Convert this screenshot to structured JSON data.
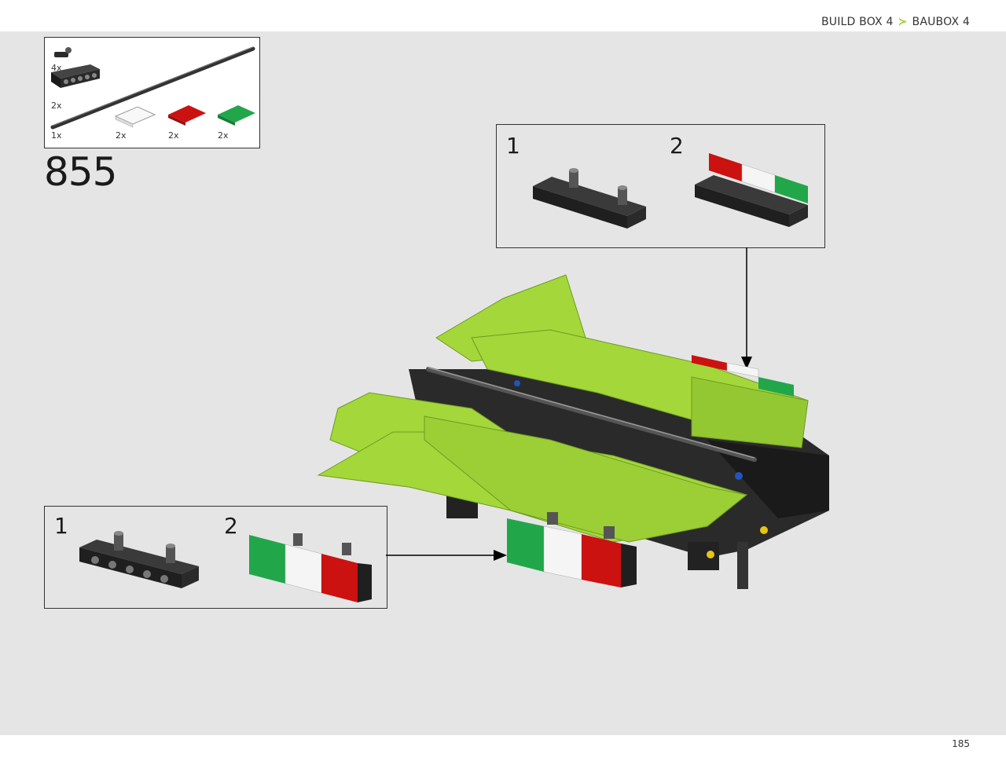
{
  "header": {
    "build_box": "BUILD BOX 4",
    "separator": "≻",
    "baubox": "BAUBOX 4"
  },
  "parts_list": {
    "items": [
      {
        "name": "pin-connector",
        "qty": "4x"
      },
      {
        "name": "technic-brick-1x6",
        "qty": "2x"
      },
      {
        "name": "axle-long",
        "qty": "1x"
      },
      {
        "name": "tile-white",
        "qty": "2x"
      },
      {
        "name": "tile-red",
        "qty": "2x"
      },
      {
        "name": "tile-green",
        "qty": "2x"
      }
    ]
  },
  "step": {
    "number": "855"
  },
  "callout_top": {
    "sub1": "1",
    "sub2": "2"
  },
  "callout_bottom": {
    "sub1": "1",
    "sub2": "2"
  },
  "colors": {
    "lime": "#a4d73a",
    "lime_dark": "#7fb02a",
    "black_part": "#2a2a2a",
    "red": "#cc1111",
    "white": "#f5f5f5",
    "green": "#22a64a",
    "accent": "#9acd32"
  },
  "footer": {
    "page": "185"
  }
}
